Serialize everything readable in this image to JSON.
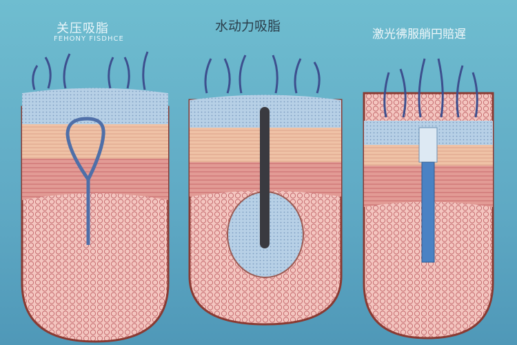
{
  "panels": [
    {
      "title": "关压吸脂",
      "subtitle": "FEHONY FISDHCE"
    },
    {
      "title": "水动力吸脂"
    },
    {
      "title": "激光彿服艄円賠遅"
    }
  ],
  "colors": {
    "background": "#62aec8",
    "epidermis": "#a9c8e0",
    "dermis": "#efc3a8",
    "muscle": "#d98a86",
    "fat": "#f1b9b3",
    "hair": "#3d4f8e"
  }
}
